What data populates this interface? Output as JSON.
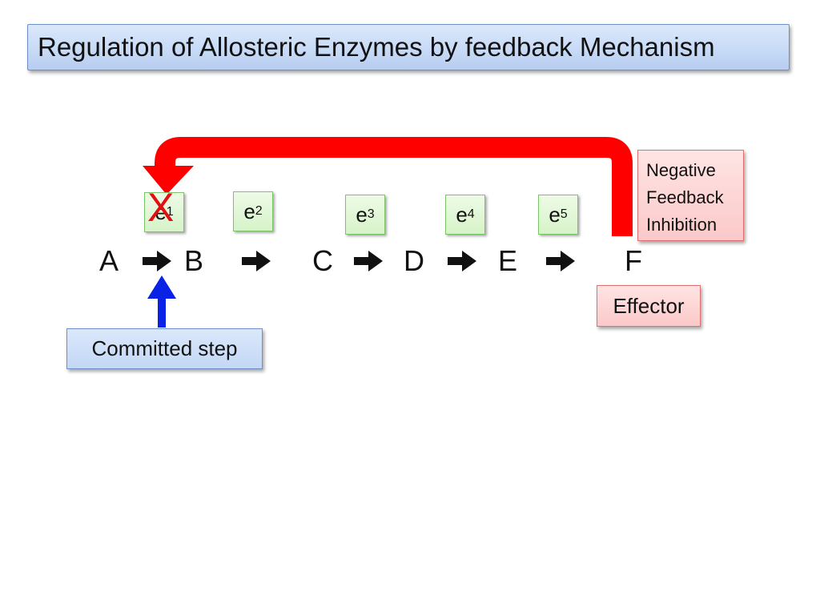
{
  "title": "Regulation of Allosteric Enzymes by feedback Mechanism",
  "metabolites": [
    "A",
    "B",
    "C",
    "D",
    "E",
    "F"
  ],
  "enzymes": [
    {
      "base": "e",
      "sub": "1"
    },
    {
      "base": "e",
      "sub": "2"
    },
    {
      "base": "e",
      "sub": "3"
    },
    {
      "base": "e",
      "sub": "4"
    },
    {
      "base": "e",
      "sub": "5"
    }
  ],
  "inhibition_mark": "X",
  "negative_feedback_lines": [
    "Negative",
    "Feedback",
    "Inhibition"
  ],
  "effector_label": "Effector",
  "committed_label": "Committed step",
  "colors": {
    "feedback_arrow": "#ff0000",
    "inhibition_mark": "#e01010",
    "committed_arrow": "#0a22e6",
    "step_arrow": "#111111"
  }
}
